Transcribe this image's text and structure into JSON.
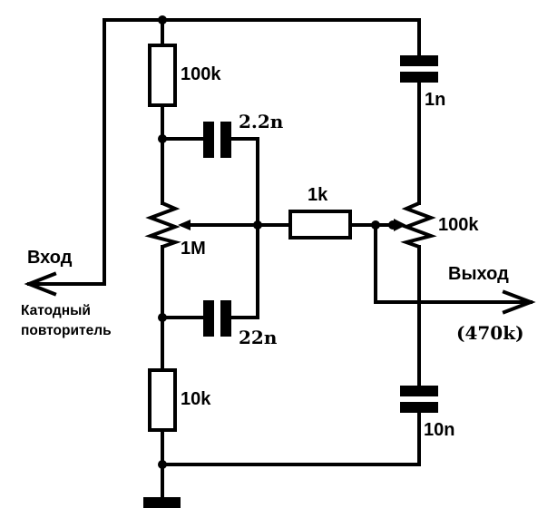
{
  "title": "Tone stack with cathode follower",
  "components": {
    "r_top": {
      "type": "resistor",
      "value": "100k"
    },
    "r_bottom": {
      "type": "resistor",
      "value": "10k"
    },
    "pot_1m": {
      "type": "potentiometer",
      "value": "1M"
    },
    "pot_100k": {
      "type": "potentiometer",
      "value": "100k"
    },
    "r_series": {
      "type": "resistor",
      "value": "1k"
    },
    "c_2_2n": {
      "type": "capacitor",
      "value": "2.2n"
    },
    "c_22n": {
      "type": "capacitor",
      "value": "22n"
    },
    "c_1n": {
      "type": "capacitor",
      "value": "1n"
    },
    "c_10n": {
      "type": "capacitor",
      "value": "10n"
    }
  },
  "labels": {
    "input": "Вход",
    "input_source_line1": "Катодный",
    "input_source_line2": "повторитель",
    "output": "Выход",
    "output_load": "(470k)"
  }
}
